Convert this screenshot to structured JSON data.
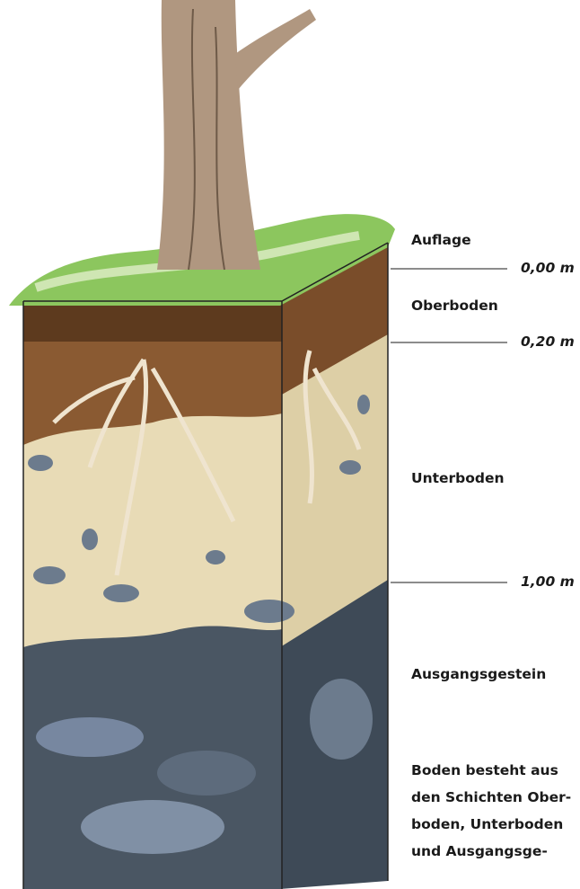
{
  "layers": {
    "auflage": "Auflage",
    "oberboden": "Oberboden",
    "unterboden": "Unterboden",
    "ausgangsgestein": "Ausgangsgestein"
  },
  "depths": {
    "d0": "0,00 m",
    "d20": "0,20 m",
    "d100": "1,00 m"
  },
  "caption": {
    "line1": "Boden besteht aus",
    "line2": "den Schichten Ober-",
    "line3": "boden, Unterboden",
    "line4": "und Ausgangsge-"
  },
  "colors": {
    "topsoil": "#8a5a32",
    "subsoil": "#e8dbb6",
    "bedrock": "#4a5663",
    "stone": "#6c7b8d",
    "grass": "#8cc65e",
    "trunk": "#b09780"
  }
}
